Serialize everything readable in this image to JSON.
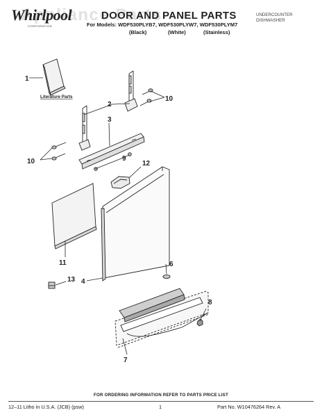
{
  "header": {
    "watermark": "Appliance Parts",
    "brand": "Whirlpool",
    "brand_sub": "CORPORATION",
    "title": "DOOR AND PANEL PARTS",
    "models_prefix": "For Models:",
    "models_line": "For Models: WDF530PLYB7, WDF530PLYW7, WDF530PLYM7",
    "variants": [
      "(Black)",
      "(White)",
      "(Stainless)"
    ],
    "product_type_line1": "UNDERCOUNTER",
    "product_type_line2": "DISHWASHER"
  },
  "literature_label": "Literature Parts",
  "callouts": [
    "1",
    "2",
    "3",
    "4",
    "6",
    "7",
    "8",
    "9",
    "10",
    "10",
    "11",
    "12",
    "13"
  ],
  "footer": {
    "ordering_note": "FOR ORDERING INFORMATION REFER TO PARTS PRICE LIST",
    "left": "12–11 Litho in U.S.A. (JCB) (psw)",
    "page": "1",
    "part_no": "Part No. W10476264 Rev. A"
  }
}
